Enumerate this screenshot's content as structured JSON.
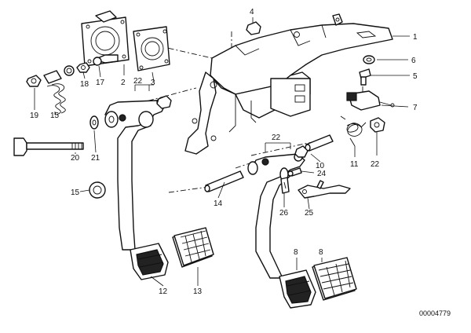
{
  "callouts": {
    "c1": "1",
    "c2": "2",
    "c3": "3",
    "c4": "4",
    "c5": "5",
    "c6": "6",
    "c7": "7",
    "c8a": "8",
    "c8b": "8",
    "c10": "10",
    "c11": "11",
    "c12": "12",
    "c13": "13",
    "c14": "14",
    "c15a": "15",
    "c15b": "15",
    "c17": "17",
    "c18": "18",
    "c19": "19",
    "c20": "20",
    "c21": "21",
    "c22a": "22",
    "c22b": "22",
    "c22c": "22",
    "c24": "24",
    "c25": "25",
    "c26": "26"
  },
  "diagram_code": "00004779"
}
